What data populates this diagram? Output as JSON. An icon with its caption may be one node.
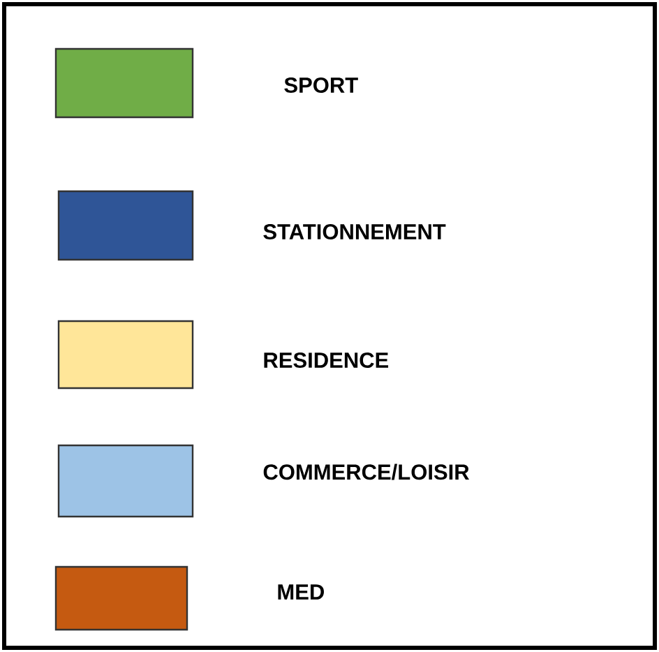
{
  "diagram": {
    "legend": [
      {
        "text": "SPORT",
        "color": "#70ad47"
      },
      {
        "text": "STATIONNEMENT",
        "color": "#2f5597"
      },
      {
        "text": "RESIDENCE",
        "color": "#ffe699"
      },
      {
        "text": "COMMERCE/LOISIR",
        "color": "#9dc3e6"
      },
      {
        "text": "MED",
        "color": "#c55a11"
      }
    ]
  }
}
